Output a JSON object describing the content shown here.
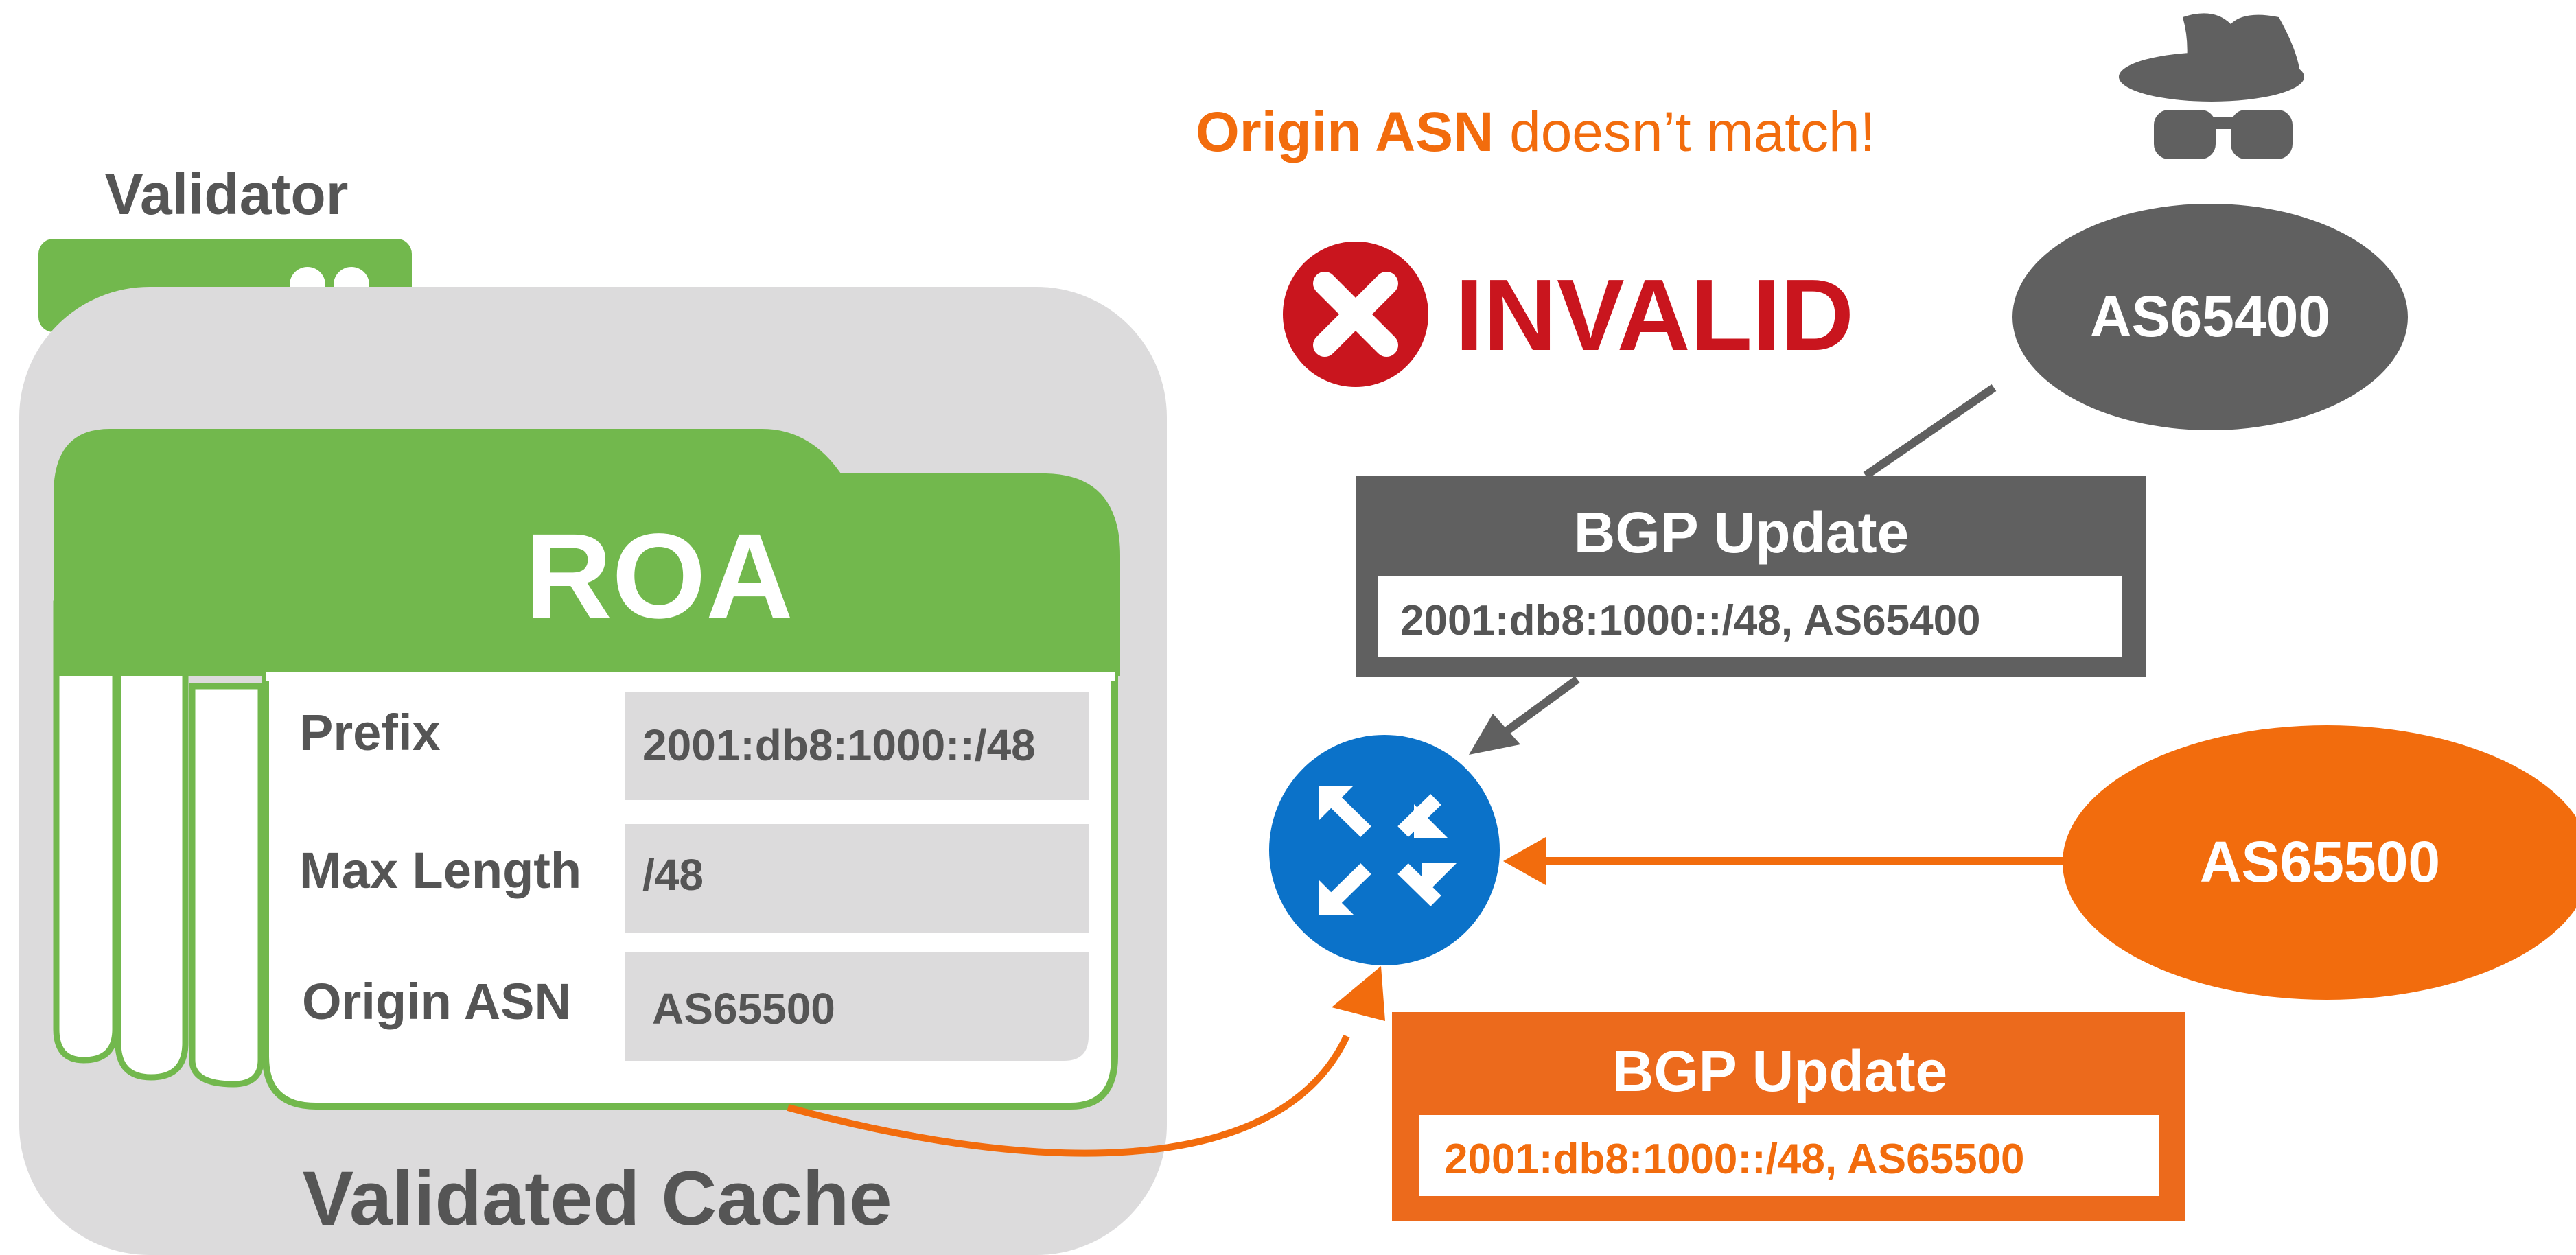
{
  "validator": {
    "label": "Validator"
  },
  "cache": {
    "label": "Validated Cache"
  },
  "roa": {
    "title": "ROA",
    "fields": [
      {
        "label": "Prefix",
        "value": "2001:db8:1000::/48"
      },
      {
        "label": "Max Length",
        "value": "/48"
      },
      {
        "label": "Origin ASN",
        "value": "AS65500"
      }
    ]
  },
  "alert": {
    "emphasis": "Origin ASN",
    "text": " doesn’t match!"
  },
  "status": {
    "label": "INVALID"
  },
  "attacker": {
    "asn": "AS65400",
    "icon": "hacker-icon"
  },
  "legit": {
    "asn": "AS65500"
  },
  "bgp_bad": {
    "title": "BGP Update",
    "route": "2001:db8:1000::/48, AS65400"
  },
  "bgp_good": {
    "title": "BGP Update",
    "route": "2001:db8:1000::/48, AS65500"
  },
  "colors": {
    "green": "#72b84d",
    "gray": "#606060",
    "orange": "#f26c0d",
    "red": "#c9151e",
    "blue": "#0b72c9",
    "panel": "#dcdbdc"
  }
}
